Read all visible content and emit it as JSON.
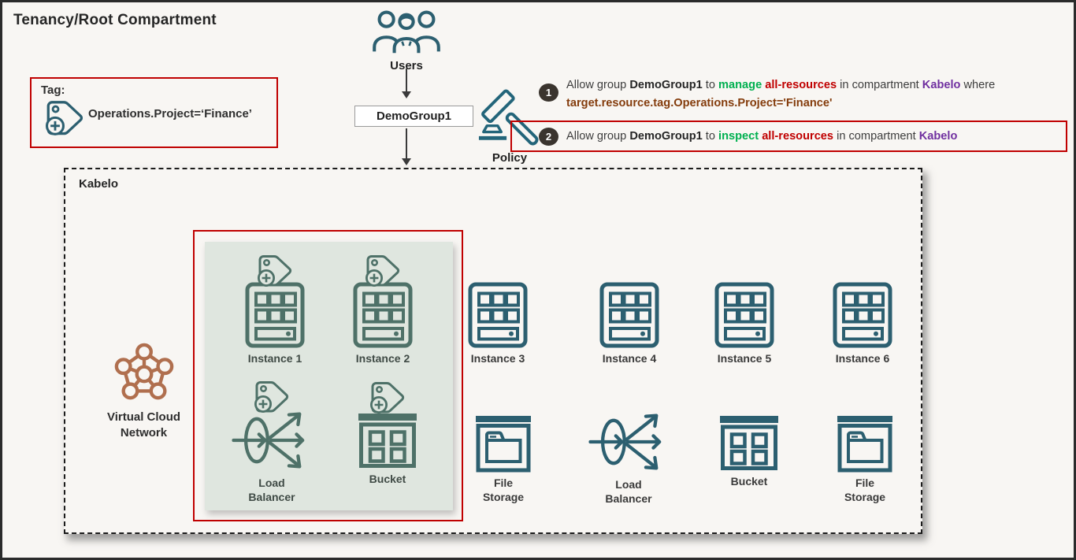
{
  "title": "Tenancy/Root Compartment",
  "tag_legend": {
    "heading": "Tag:",
    "value": "Operations.Project=‘Finance’"
  },
  "users": {
    "label": "Users"
  },
  "group": {
    "label": "DemoGroup1"
  },
  "policy": {
    "label": "Policy",
    "statements": [
      {
        "number": "1",
        "pre": "Allow group ",
        "group": "DemoGroup1",
        "to": " to ",
        "verb": "manage",
        "sp": " ",
        "resources": "all-resources",
        "mid": " in compartment ",
        "compartment": "Kabelo",
        "suffix": " where",
        "condition": "target.resource.tag.Operations.Project='Finance'",
        "highlighted": false
      },
      {
        "number": "2",
        "pre": "Allow group ",
        "group": "DemoGroup1",
        "to": " to ",
        "verb": "inspect",
        "sp": " ",
        "resources": "all-resources",
        "mid": " in compartment ",
        "compartment": "Kabelo",
        "highlighted": true
      }
    ]
  },
  "compartment": {
    "name": "Kabelo",
    "vcn_label": "Virtual Cloud Network",
    "resources": [
      {
        "label": "Instance 1",
        "type": "instance",
        "tagged": true
      },
      {
        "label": "Instance 2",
        "type": "instance",
        "tagged": true
      },
      {
        "label": "Load Balancer",
        "type": "load-balancer",
        "tagged": true
      },
      {
        "label": "Bucket",
        "type": "bucket",
        "tagged": true
      },
      {
        "label": "Instance 3",
        "type": "instance",
        "tagged": false
      },
      {
        "label": "Instance 4",
        "type": "instance",
        "tagged": false
      },
      {
        "label": "Instance 5",
        "type": "instance",
        "tagged": false
      },
      {
        "label": "Instance 6",
        "type": "instance",
        "tagged": false
      },
      {
        "label": "File Storage",
        "type": "file-storage",
        "tagged": false
      },
      {
        "label": "Load Balancer",
        "type": "load-balancer",
        "tagged": false
      },
      {
        "label": "Bucket",
        "type": "bucket",
        "tagged": false
      },
      {
        "label": "File Storage",
        "type": "file-storage",
        "tagged": false
      }
    ]
  },
  "colors": {
    "background": "#f8f6f3",
    "frame_border": "#2b2b2b",
    "accent_red": "#c00000",
    "icon_teal": "#2c5f70",
    "icon_teal_muted": "#4e7168",
    "highlight_panel_green": "#dfe6df",
    "vcn_brown": "#b06f4e",
    "verb_green": "#00b050",
    "resource_red": "#c00000",
    "compartment_purple": "#7030a0",
    "condition_brown": "#843c0c",
    "badge_dark": "#3a342e"
  }
}
